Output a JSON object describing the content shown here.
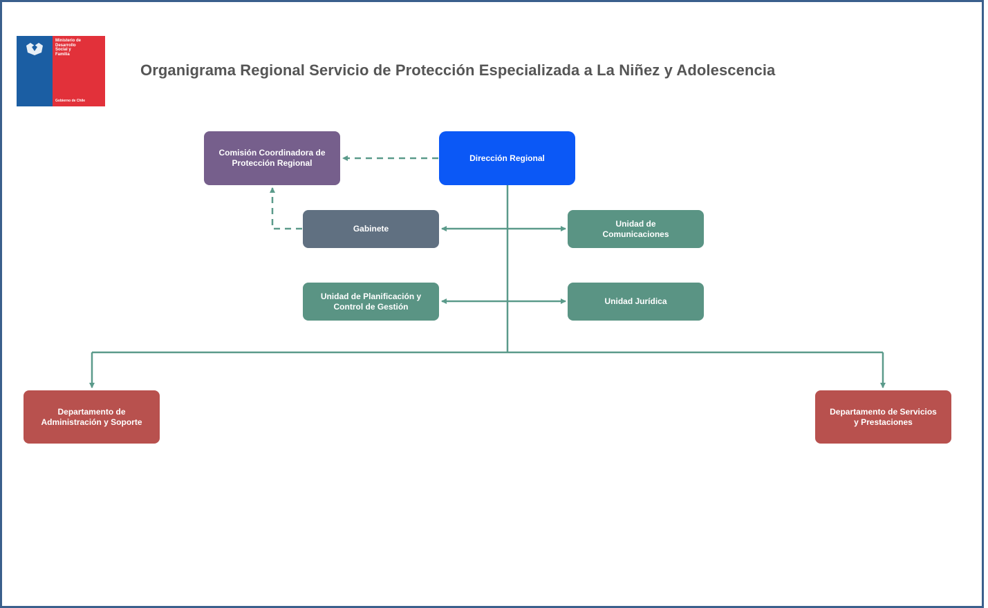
{
  "logo": {
    "ministry_text": "Ministerio de\nDesarrollo\nSocial y\nFamilia",
    "government_text": "Gobierno de Chile"
  },
  "title": "Organigrama Regional Servicio de Protección Especializada a La Niñez y Adolescencia",
  "nodes": {
    "comision": "Comisión Coordinadora de\nProtección Regional",
    "direccion": "Dirección Regional",
    "gabinete": "Gabinete",
    "comunicaciones": "Unidad de\nComunicaciones",
    "planificacion": "Unidad de Planificación y\nControl de Gestión",
    "juridica": "Unidad Jurídica",
    "administracion": "Departamento de\nAdministración y Soporte",
    "servicios": "Departamento de Servicios\ny Prestaciones"
  },
  "colors": {
    "connector": "#5a9a8a",
    "purple": "#765f8c",
    "blue": "#0b58f6",
    "slate": "#607081",
    "teal": "#5a9484",
    "red": "#b8514e"
  }
}
